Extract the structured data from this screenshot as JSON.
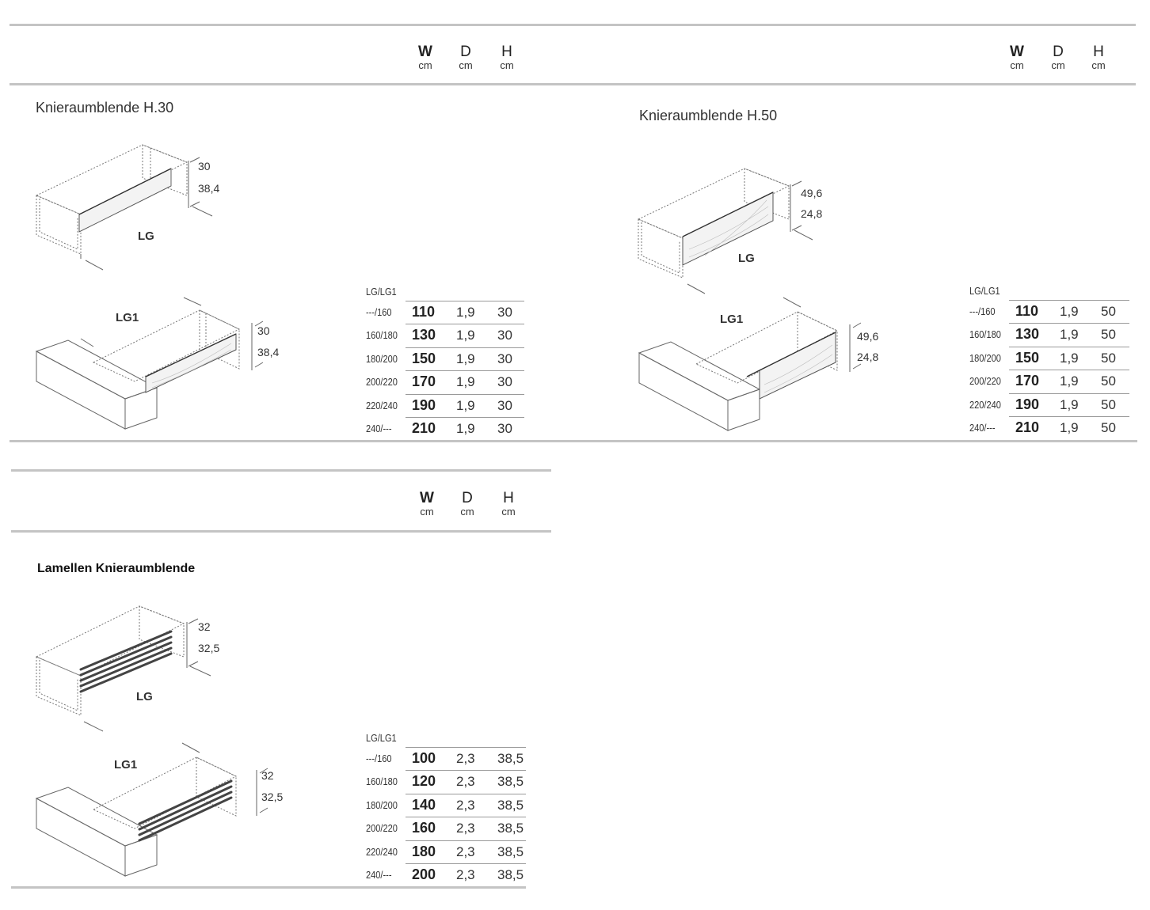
{
  "columns": [
    {
      "letter": "W",
      "unit": "cm"
    },
    {
      "letter": "D",
      "unit": "cm"
    },
    {
      "letter": "H",
      "unit": "cm"
    }
  ],
  "sections": [
    {
      "title": "Knieraumblende H.30",
      "labels": {
        "lg": "LG",
        "lg1": "LG1"
      },
      "dims": {
        "top": "30",
        "bottom": "38,4"
      },
      "sizes_header": "LG/LG1",
      "rows": [
        {
          "size": "---/160",
          "w": "110",
          "d": "1,9",
          "h": "30"
        },
        {
          "size": "160/180",
          "w": "130",
          "d": "1,9",
          "h": "30"
        },
        {
          "size": "180/200",
          "w": "150",
          "d": "1,9",
          "h": "30"
        },
        {
          "size": "200/220",
          "w": "170",
          "d": "1,9",
          "h": "30"
        },
        {
          "size": "220/240",
          "w": "190",
          "d": "1,9",
          "h": "30"
        },
        {
          "size": "240/---",
          "w": "210",
          "d": "1,9",
          "h": "30"
        }
      ]
    },
    {
      "title": "Knieraumblende H.50",
      "labels": {
        "lg": "LG",
        "lg1": "LG1"
      },
      "dims": {
        "top": "49,6",
        "bottom": "24,8"
      },
      "sizes_header": "LG/LG1",
      "rows": [
        {
          "size": "---/160",
          "w": "110",
          "d": "1,9",
          "h": "50"
        },
        {
          "size": "160/180",
          "w": "130",
          "d": "1,9",
          "h": "50"
        },
        {
          "size": "180/200",
          "w": "150",
          "d": "1,9",
          "h": "50"
        },
        {
          "size": "200/220",
          "w": "170",
          "d": "1,9",
          "h": "50"
        },
        {
          "size": "220/240",
          "w": "190",
          "d": "1,9",
          "h": "50"
        },
        {
          "size": "240/---",
          "w": "210",
          "d": "1,9",
          "h": "50"
        }
      ]
    },
    {
      "title": "Lamellen Knieraumblende",
      "labels": {
        "lg": "LG",
        "lg1": "LG1"
      },
      "dims": {
        "top": "32",
        "bottom": "32,5"
      },
      "sizes_header": "LG/LG1",
      "rows": [
        {
          "size": "---/160",
          "w": "100",
          "d": "2,3",
          "h": "38,5"
        },
        {
          "size": "160/180",
          "w": "120",
          "d": "2,3",
          "h": "38,5"
        },
        {
          "size": "180/200",
          "w": "140",
          "d": "2,3",
          "h": "38,5"
        },
        {
          "size": "200/220",
          "w": "160",
          "d": "2,3",
          "h": "38,5"
        },
        {
          "size": "220/240",
          "w": "180",
          "d": "2,3",
          "h": "38,5"
        },
        {
          "size": "240/---",
          "w": "200",
          "d": "2,3",
          "h": "38,5"
        }
      ]
    }
  ]
}
